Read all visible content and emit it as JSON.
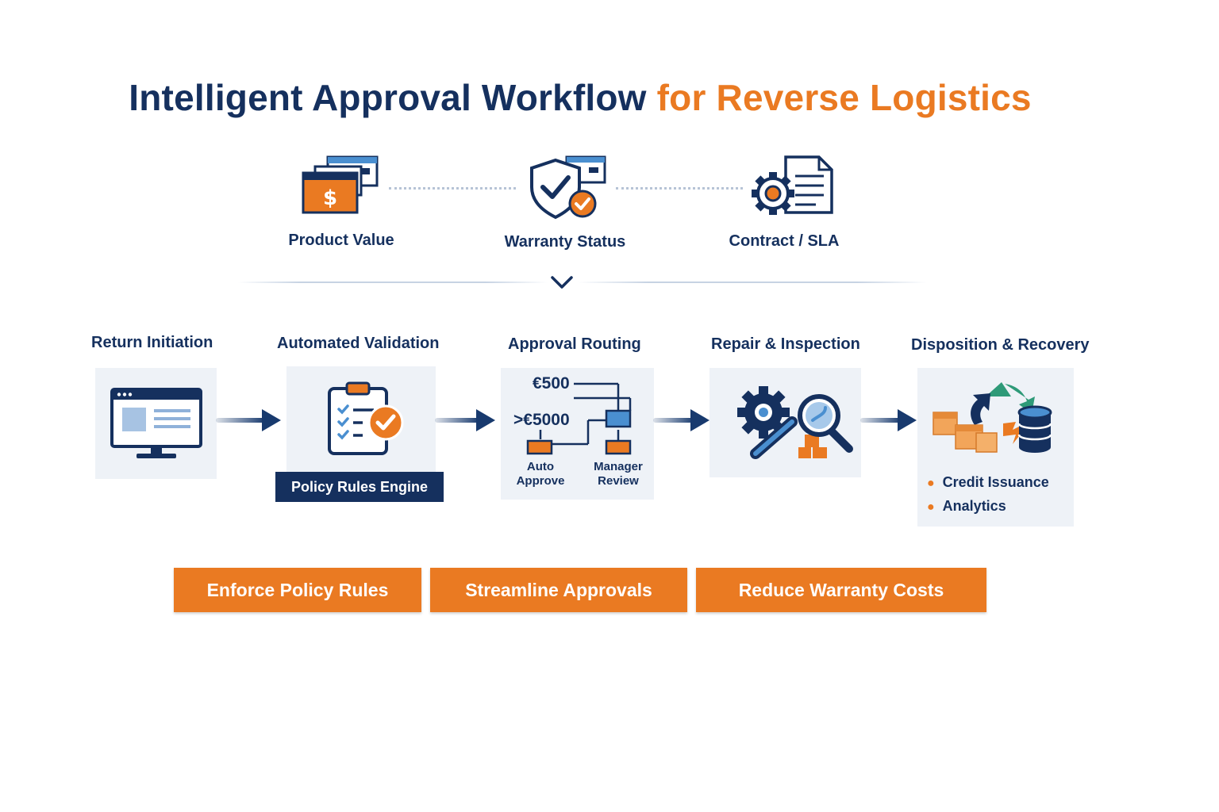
{
  "title": {
    "main": "Intelligent Approval Workflow",
    "accent": "for Reverse Logistics"
  },
  "factors": [
    {
      "label": "Product Value",
      "icon": "dollar-cards-icon"
    },
    {
      "label": "Warranty Status",
      "icon": "shield-check-icon"
    },
    {
      "label": "Contract / SLA",
      "icon": "gear-document-icon"
    }
  ],
  "stages": [
    {
      "label": "Return Initiation",
      "icon": "monitor-icon"
    },
    {
      "label": "Automated Validation",
      "icon": "clipboard-check-icon",
      "badge": "Policy Rules Engine"
    },
    {
      "label": "Approval Routing",
      "icon": "routing-tree-icon",
      "threshold_low": "€500",
      "threshold_high": ">€5000",
      "auto_label_1": "Auto",
      "auto_label_2": "Approve",
      "manager_label_1": "Manager",
      "manager_label_2": "Review"
    },
    {
      "label": "Repair & Inspection",
      "icon": "gear-wrench-magnifier-icon"
    },
    {
      "label": "Disposition & Recovery",
      "icon": "recycle-boxes-database-icon",
      "bullets": [
        "Credit Issuance",
        "Analytics"
      ]
    }
  ],
  "benefits": [
    "Enforce Policy Rules",
    "Streamline Approvals",
    "Reduce Warranty Costs"
  ],
  "colors": {
    "navy": "#15305e",
    "orange": "#ea7a22",
    "light_blue": "#4a8fd0",
    "green": "#2e9a78",
    "card": "#eef2f7"
  }
}
